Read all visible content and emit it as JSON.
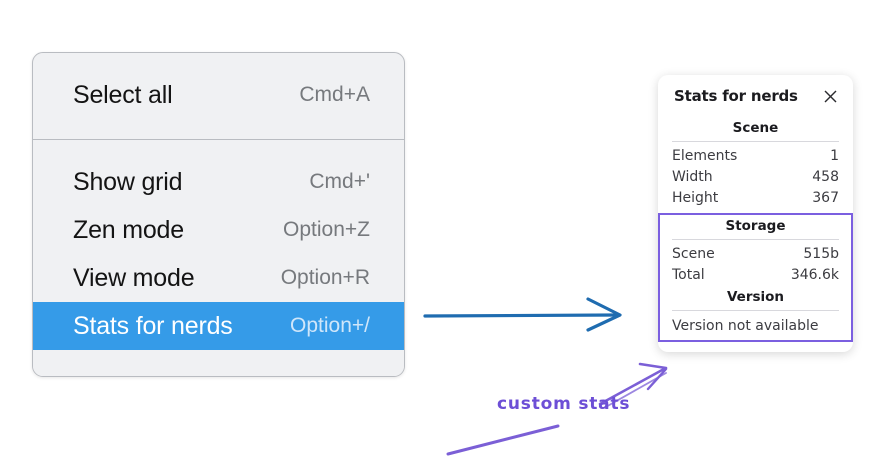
{
  "menu": {
    "groups": [
      {
        "name": "group-top",
        "items": [
          {
            "label": "Select all",
            "shortcut": "Cmd+A",
            "selected": false
          }
        ]
      },
      {
        "name": "group-bottom",
        "items": [
          {
            "label": "Show grid",
            "shortcut": "Cmd+'",
            "selected": false
          },
          {
            "label": "Zen mode",
            "shortcut": "Option+Z",
            "selected": false
          },
          {
            "label": "View mode",
            "shortcut": "Option+R",
            "selected": false
          },
          {
            "label": "Stats for nerds",
            "shortcut": "Option+/",
            "selected": true
          }
        ]
      }
    ],
    "items": {
      "select_all_label": "Select all",
      "select_all_shortcut": "Cmd+A",
      "show_grid_label": "Show grid",
      "show_grid_shortcut": "Cmd+'",
      "zen_mode_label": "Zen mode",
      "zen_mode_shortcut": "Option+Z",
      "view_mode_label": "View mode",
      "view_mode_shortcut": "Option+R",
      "stats_label": "Stats for nerds",
      "stats_shortcut": "Option+/"
    },
    "highlight_color": "#359be8",
    "background_color": "#f0f1f3",
    "border_color": "#b9bcc1"
  },
  "stats_panel": {
    "title": "Stats for nerds",
    "close_icon": "close-icon",
    "scene": {
      "heading": "Scene",
      "rows": [
        {
          "key": "Elements",
          "value": "1"
        },
        {
          "key": "Width",
          "value": "458"
        },
        {
          "key": "Height",
          "value": "367"
        }
      ]
    },
    "storage": {
      "heading": "Storage",
      "rows": [
        {
          "key": "Scene",
          "value": "515b"
        },
        {
          "key": "Total",
          "value": "346.6k"
        }
      ]
    },
    "version": {
      "heading": "Version",
      "text": "Version not available"
    },
    "highlight_border_color": "#7b5fe0"
  },
  "annotations": {
    "label": "custom stats",
    "label_color": "#6d4fd6",
    "blue_arrow_color": "#1f6cb0",
    "purple_arrow_color": "#7b5fd6"
  }
}
